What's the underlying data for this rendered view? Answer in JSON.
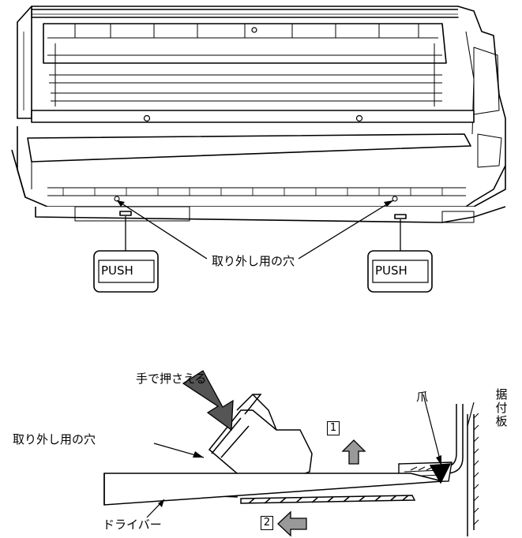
{
  "top_diagram": {
    "push_left": "PUSH",
    "push_right": "PUSH",
    "hole_label": "取り外し用の穴"
  },
  "bottom_diagram": {
    "press_label": "手で押さえる",
    "hole_label": "取り外し用の穴",
    "claw_label": "爪",
    "plate_label_chars": [
      "据",
      "付",
      "板"
    ],
    "driver_label": "ドライバー",
    "step1": "1",
    "step2": "2"
  }
}
